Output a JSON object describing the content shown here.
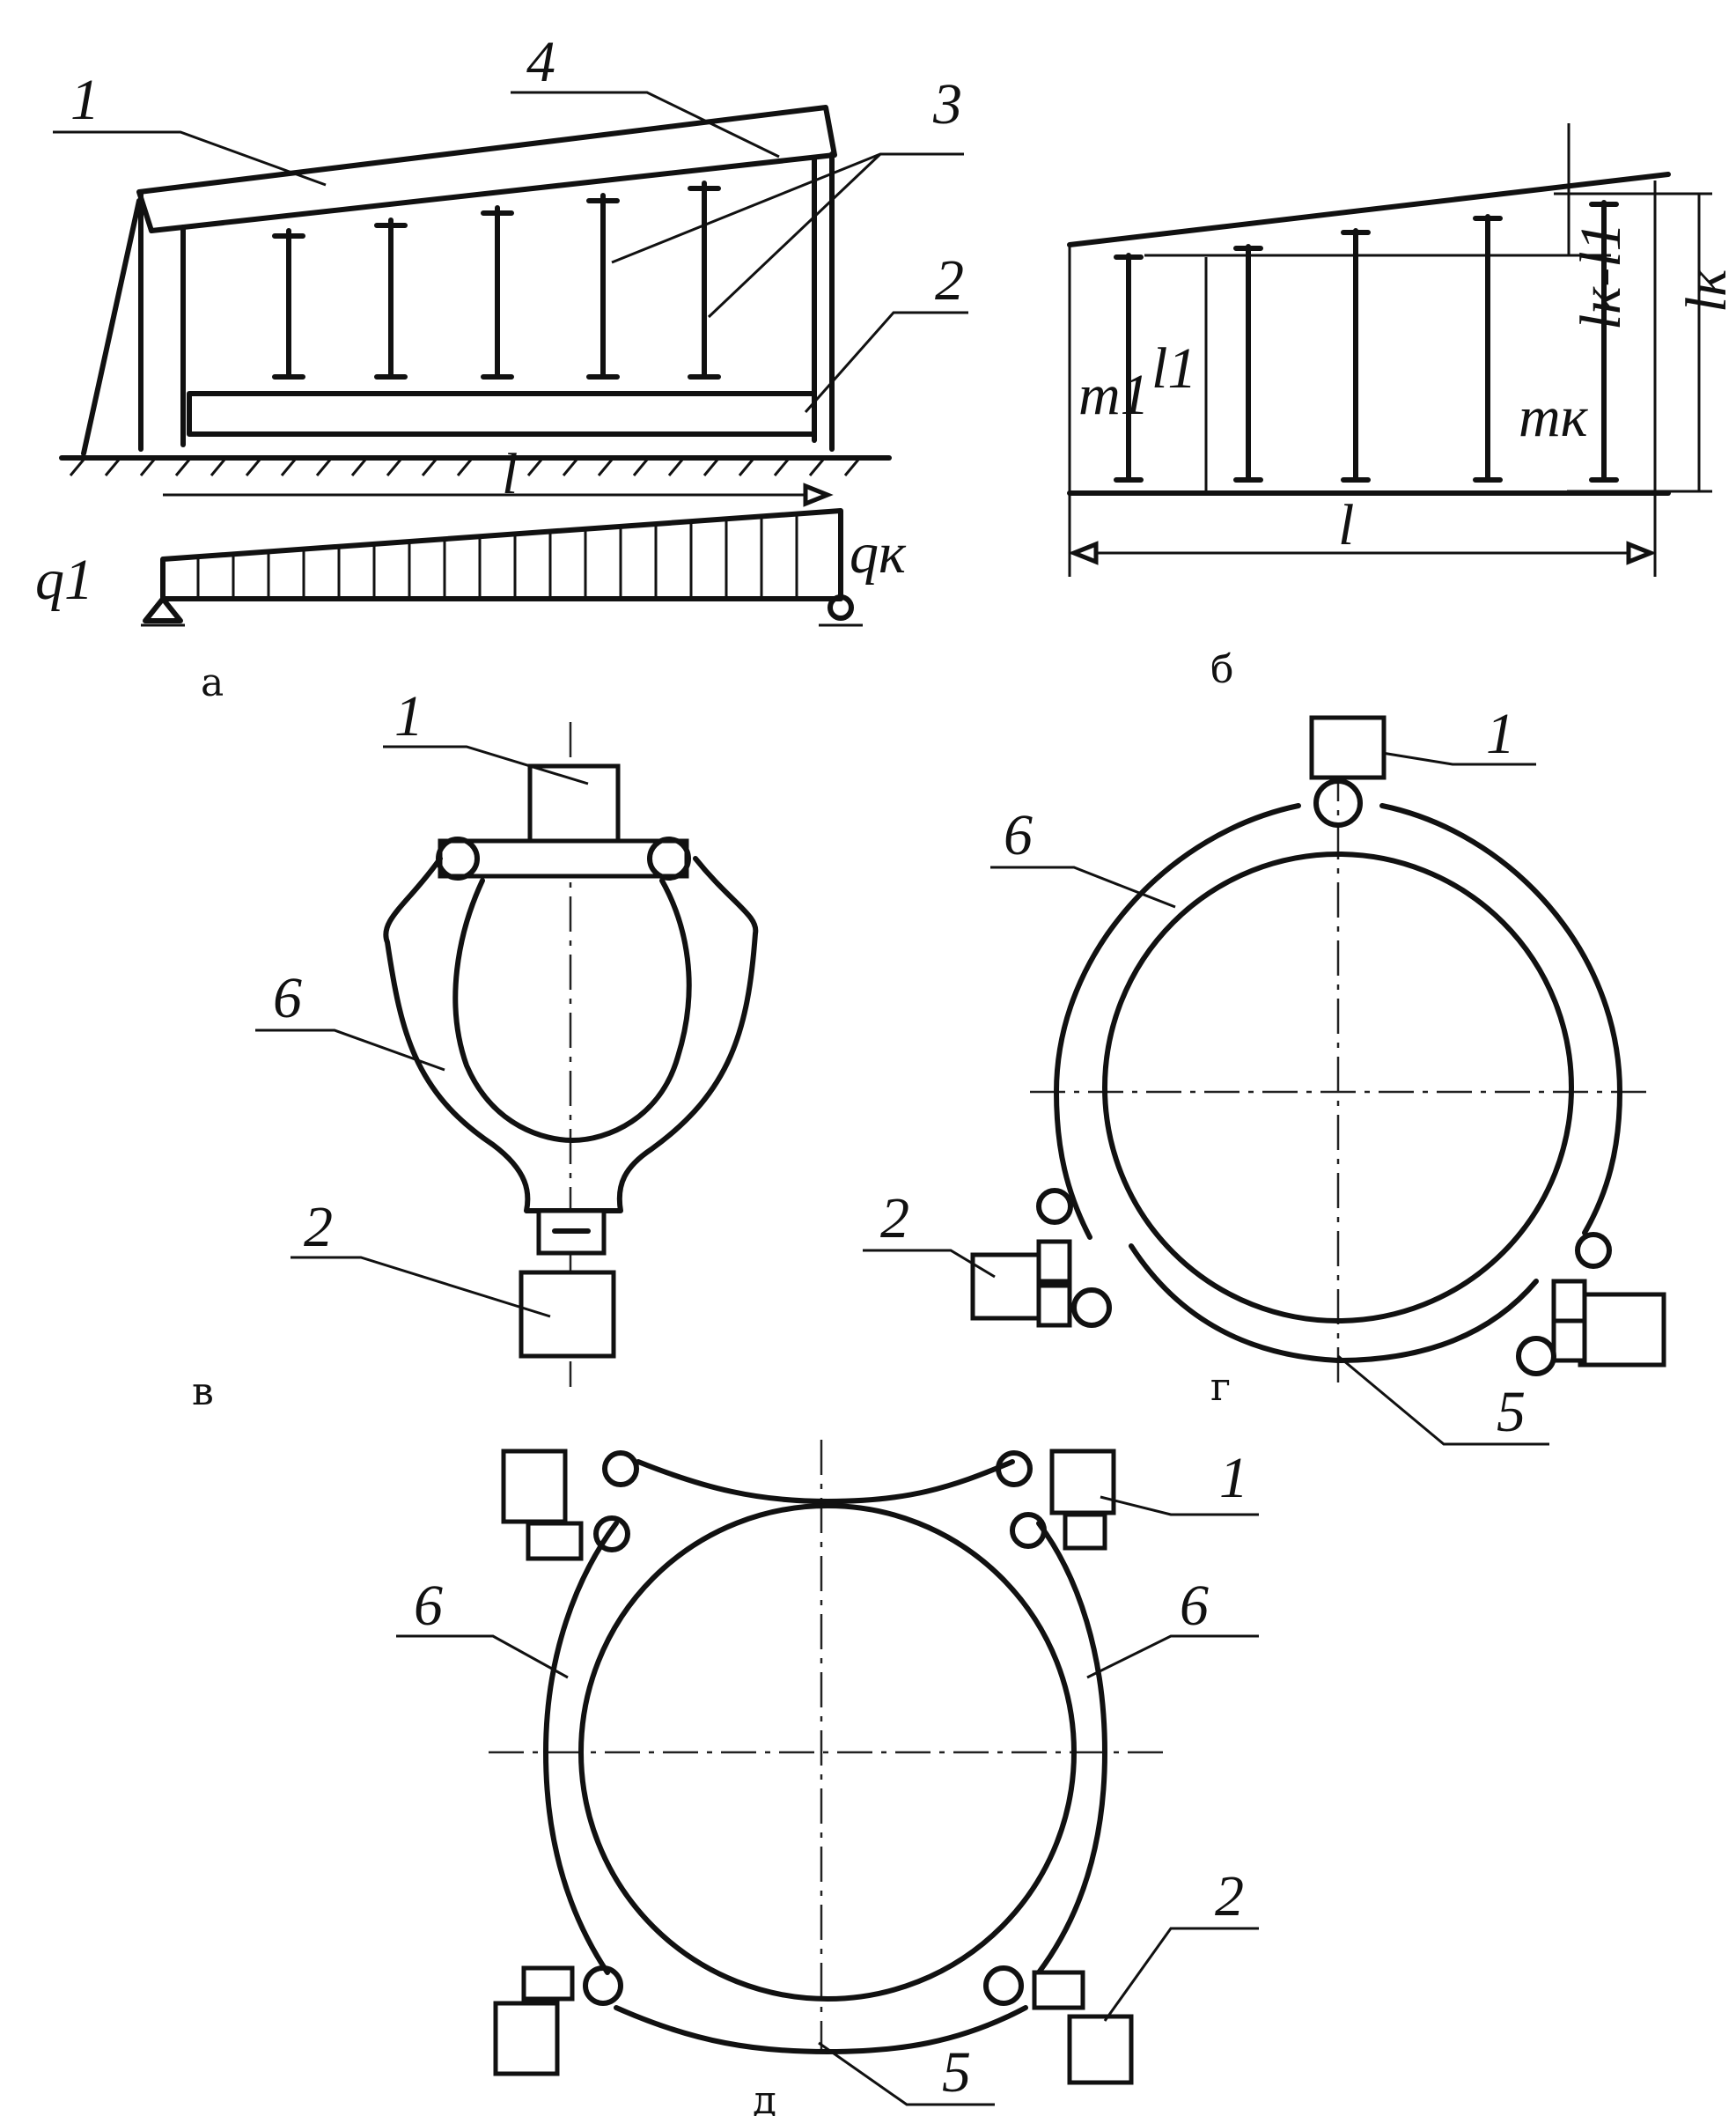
{
  "panel_a": {
    "caption": "а",
    "callouts": [
      "1",
      "4",
      "3",
      "2"
    ],
    "span_label": "l",
    "load_left": "q1",
    "load_right": "qк"
  },
  "panel_b": {
    "caption": "б",
    "dim_m1": "m1",
    "dim_l1": "l1",
    "dim_lk_l1": "lк-l1",
    "dim_mk": "mк",
    "dim_lk": "lк",
    "span_label": "l"
  },
  "panel_v": {
    "caption": "в",
    "callouts": [
      "1",
      "6",
      "2"
    ]
  },
  "panel_g": {
    "caption": "г",
    "callouts": [
      "1",
      "6",
      "2",
      "5"
    ]
  },
  "panel_d": {
    "caption": "д",
    "callouts": [
      "1",
      "6",
      "6",
      "2",
      "5"
    ]
  }
}
